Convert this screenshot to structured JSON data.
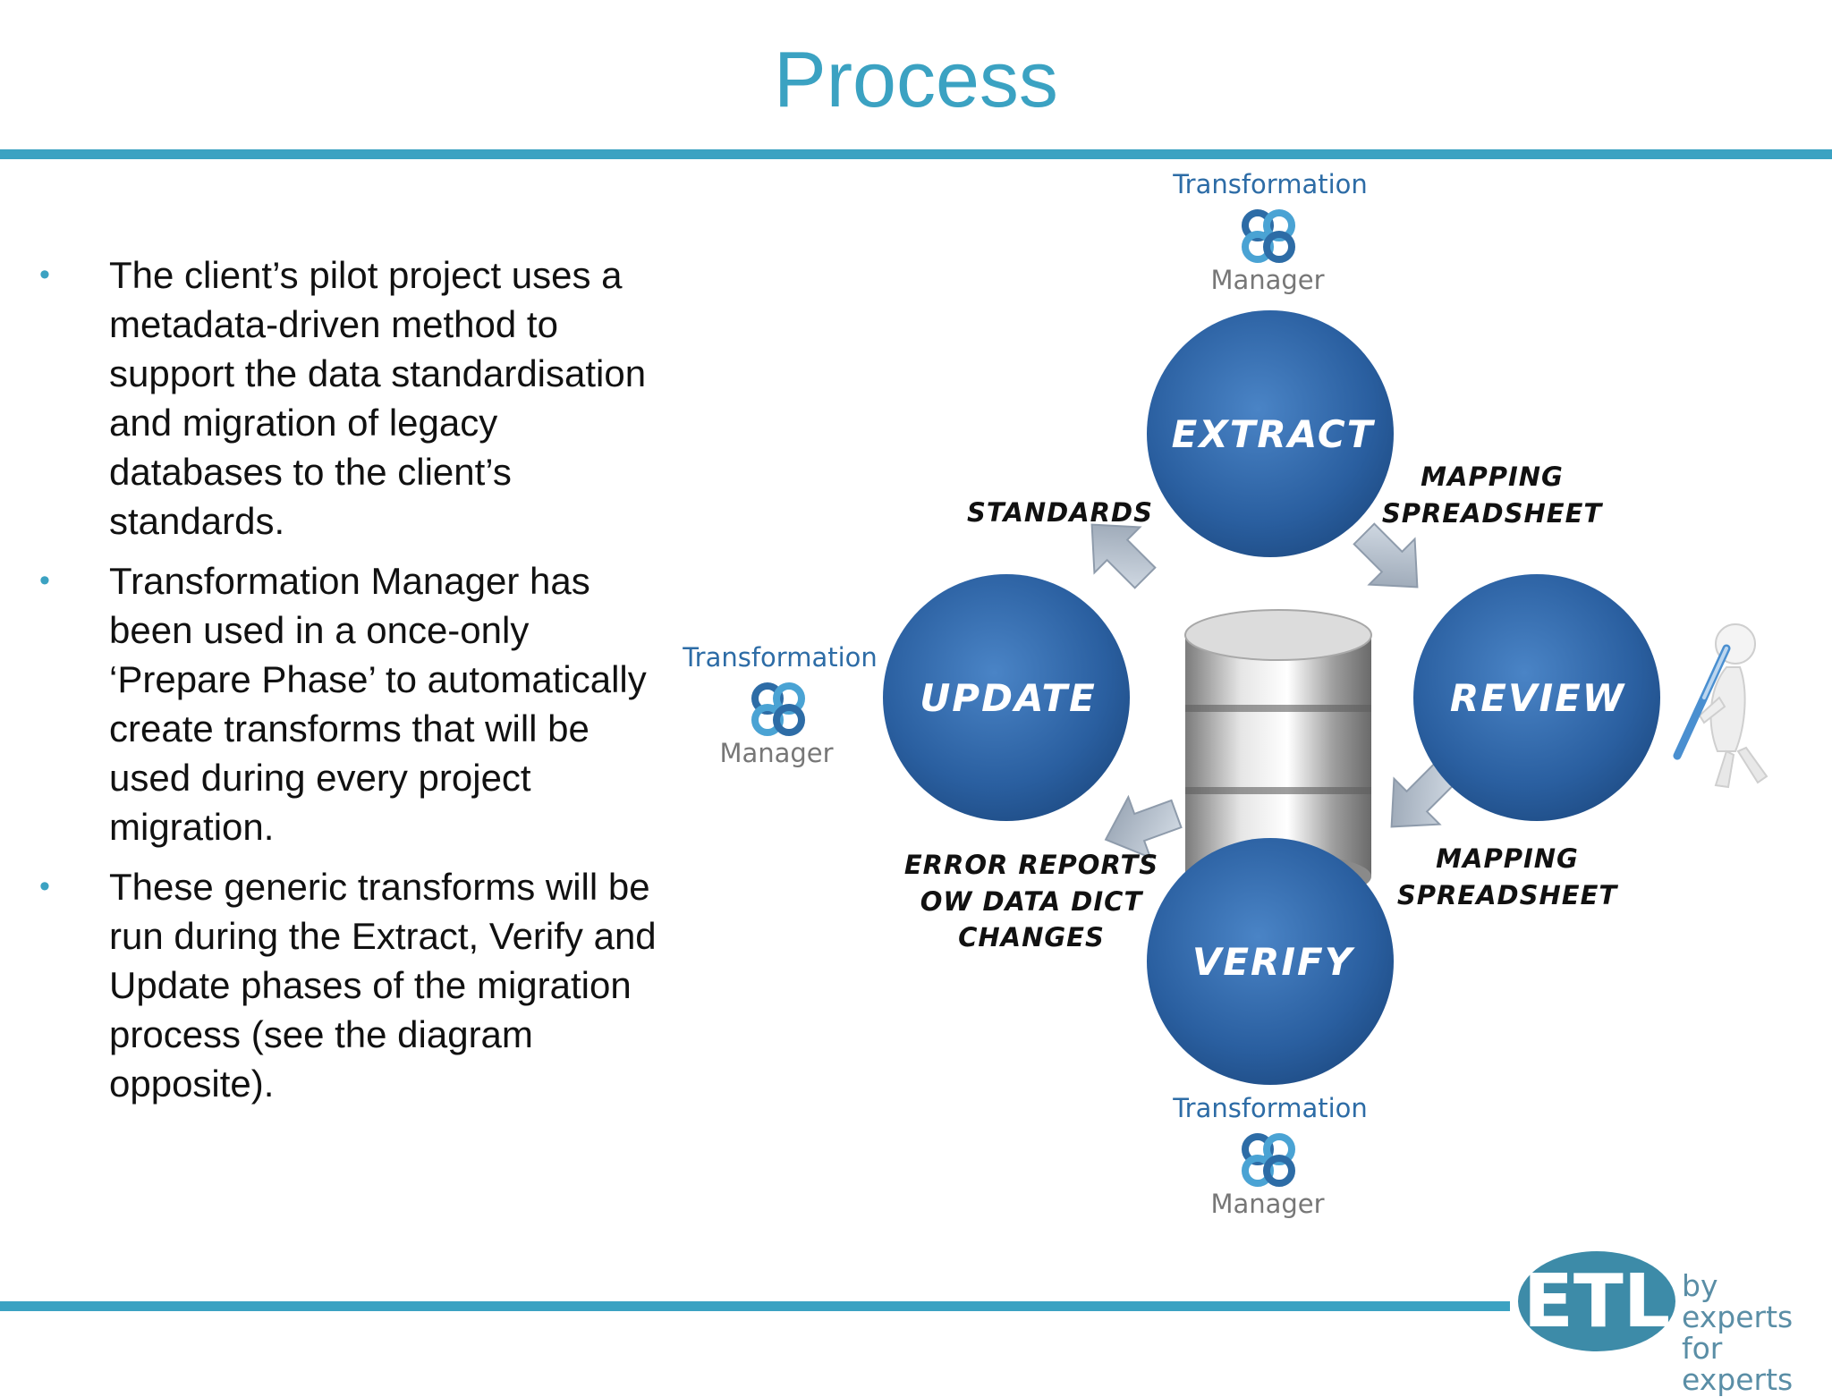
{
  "slide": {
    "title": "Process",
    "bullets": [
      "The client’s pilot project uses a metadata-driven method to support the data standardisation and migration of legacy databases to the client’s standards.",
      "Transformation Manager has been used in a once-only ‘Prepare Phase’ to automatically create transforms that will be used during every project migration.",
      "These generic transforms will be run during the Extract, Verify and Update phases of the migration process (see the diagram opposite)."
    ]
  },
  "diagram": {
    "stages": {
      "extract": "EXTRACT",
      "review": "REVIEW",
      "verify": "VERIFY",
      "update": "UPDATE"
    },
    "labels": {
      "standards": "STANDARDS",
      "mapping_top_1": "MAPPING",
      "mapping_top_2": "SPREADSHEET",
      "mapping_bottom_1": "MAPPING",
      "mapping_bottom_2": "SPREADSHEET",
      "error_1": "ERROR REPORTS",
      "error_2": "OW DATA DICT",
      "error_3": "CHANGES"
    },
    "tm_logo": {
      "word1": "Transformation",
      "word2": "Manager"
    }
  },
  "brand": {
    "logo_text": "ETL",
    "tagline_1": "by experts",
    "tagline_2": "for experts"
  },
  "colors": {
    "accent": "#3ba2c2",
    "circle_blue": "#2a5fa0",
    "tm_blue": "#2d6ca6"
  }
}
